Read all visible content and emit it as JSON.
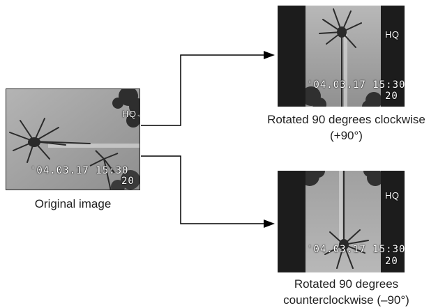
{
  "original": {
    "caption": "Original image",
    "quality": "HQ",
    "datetime": "'04.03.17 15:30",
    "frames": "20"
  },
  "clockwise": {
    "caption_line1": "Rotated 90 degrees clockwise",
    "caption_line2": "(+90°)",
    "quality": "HQ",
    "datetime": "'04.03.17 15:30",
    "frames": "20"
  },
  "counterclockwise": {
    "caption_line1": "Rotated 90 degrees",
    "caption_line2": "counterclockwise (–90°)",
    "quality": "HQ",
    "datetime": "'04.03.17 15:30",
    "frames": "20"
  },
  "colors": {
    "lcd_border": "#1c1c1c",
    "photo_sky": "#a8a8a8",
    "palm": "#2a2a2a",
    "arrow": "#000000"
  }
}
